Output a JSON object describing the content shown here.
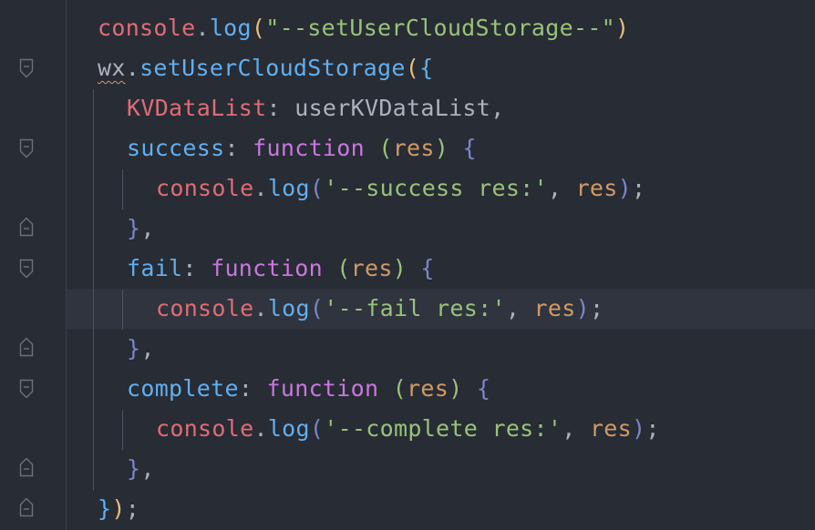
{
  "editor": {
    "theme_colors": {
      "background": "#282c34",
      "current_line": "#2f343e",
      "object": "#e06c75",
      "function": "#61afef",
      "string": "#98c379",
      "keyword": "#c678dd",
      "parameter": "#d19a66",
      "punctuation": "#abb2bf"
    },
    "lines": [
      {
        "tokens": [
          {
            "text": "console",
            "type": "obj"
          },
          {
            "text": ".",
            "type": "pun"
          },
          {
            "text": "log",
            "type": "fn"
          },
          {
            "text": "(",
            "type": "brk1"
          },
          {
            "text": "\"--setUserCloudStorage--\"",
            "type": "str"
          },
          {
            "text": ")",
            "type": "brk1"
          }
        ]
      },
      {
        "tokens": [
          {
            "text": "wx",
            "type": "pun",
            "wavy": true
          },
          {
            "text": ".",
            "type": "pun"
          },
          {
            "text": "setUserCloudStorage",
            "type": "fn"
          },
          {
            "text": "(",
            "type": "brk1"
          },
          {
            "text": "{",
            "type": "brk2"
          }
        ]
      },
      {
        "tokens": [
          {
            "text": "KVDataList",
            "type": "obj"
          },
          {
            "text": ": userKVDataList,",
            "type": "pun"
          }
        ]
      },
      {
        "tokens": [
          {
            "text": "success",
            "type": "fn"
          },
          {
            "text": ": ",
            "type": "pun"
          },
          {
            "text": "function",
            "type": "kw"
          },
          {
            "text": " ",
            "type": "pun"
          },
          {
            "text": "(",
            "type": "str"
          },
          {
            "text": "res",
            "type": "param"
          },
          {
            "text": ")",
            "type": "str"
          },
          {
            "text": " ",
            "type": "pun"
          },
          {
            "text": "{",
            "type": "brk3"
          }
        ]
      },
      {
        "tokens": [
          {
            "text": "console",
            "type": "obj"
          },
          {
            "text": ".",
            "type": "pun"
          },
          {
            "text": "log",
            "type": "fn"
          },
          {
            "text": "(",
            "type": "brk3"
          },
          {
            "text": "'--success res:'",
            "type": "str"
          },
          {
            "text": ", ",
            "type": "pun"
          },
          {
            "text": "res",
            "type": "param"
          },
          {
            "text": ")",
            "type": "brk3"
          },
          {
            "text": ";",
            "type": "pun"
          }
        ]
      },
      {
        "tokens": [
          {
            "text": "}",
            "type": "brk3"
          },
          {
            "text": ",",
            "type": "pun"
          }
        ]
      },
      {
        "tokens": [
          {
            "text": "fail",
            "type": "fn"
          },
          {
            "text": ": ",
            "type": "pun"
          },
          {
            "text": "function",
            "type": "kw"
          },
          {
            "text": " ",
            "type": "pun"
          },
          {
            "text": "(",
            "type": "str"
          },
          {
            "text": "res",
            "type": "param"
          },
          {
            "text": ")",
            "type": "str"
          },
          {
            "text": " ",
            "type": "pun"
          },
          {
            "text": "{",
            "type": "brk3"
          }
        ]
      },
      {
        "tokens": [
          {
            "text": "console",
            "type": "obj"
          },
          {
            "text": ".",
            "type": "pun"
          },
          {
            "text": "log",
            "type": "fn"
          },
          {
            "text": "(",
            "type": "brk3"
          },
          {
            "text": "'--fail res:'",
            "type": "str"
          },
          {
            "text": ", ",
            "type": "pun"
          },
          {
            "text": "res",
            "type": "param"
          },
          {
            "text": ")",
            "type": "brk3"
          },
          {
            "text": ";",
            "type": "pun"
          }
        ]
      },
      {
        "tokens": [
          {
            "text": "}",
            "type": "brk3"
          },
          {
            "text": ",",
            "type": "pun"
          }
        ]
      },
      {
        "tokens": [
          {
            "text": "complete",
            "type": "fn"
          },
          {
            "text": ": ",
            "type": "pun"
          },
          {
            "text": "function",
            "type": "kw"
          },
          {
            "text": " ",
            "type": "pun"
          },
          {
            "text": "(",
            "type": "str"
          },
          {
            "text": "res",
            "type": "param"
          },
          {
            "text": ")",
            "type": "str"
          },
          {
            "text": " ",
            "type": "pun"
          },
          {
            "text": "{",
            "type": "brk3"
          }
        ]
      },
      {
        "tokens": [
          {
            "text": "console",
            "type": "obj"
          },
          {
            "text": ".",
            "type": "pun"
          },
          {
            "text": "log",
            "type": "fn"
          },
          {
            "text": "(",
            "type": "brk3"
          },
          {
            "text": "'--complete res:'",
            "type": "str"
          },
          {
            "text": ", ",
            "type": "pun"
          },
          {
            "text": "res",
            "type": "param"
          },
          {
            "text": ")",
            "type": "brk3"
          },
          {
            "text": ";",
            "type": "pun"
          }
        ]
      },
      {
        "tokens": [
          {
            "text": "}",
            "type": "brk3"
          },
          {
            "text": ",",
            "type": "pun"
          }
        ]
      },
      {
        "tokens": [
          {
            "text": "}",
            "type": "brk2"
          },
          {
            "text": ")",
            "type": "brk1"
          },
          {
            "text": ";",
            "type": "pun"
          }
        ]
      }
    ]
  }
}
